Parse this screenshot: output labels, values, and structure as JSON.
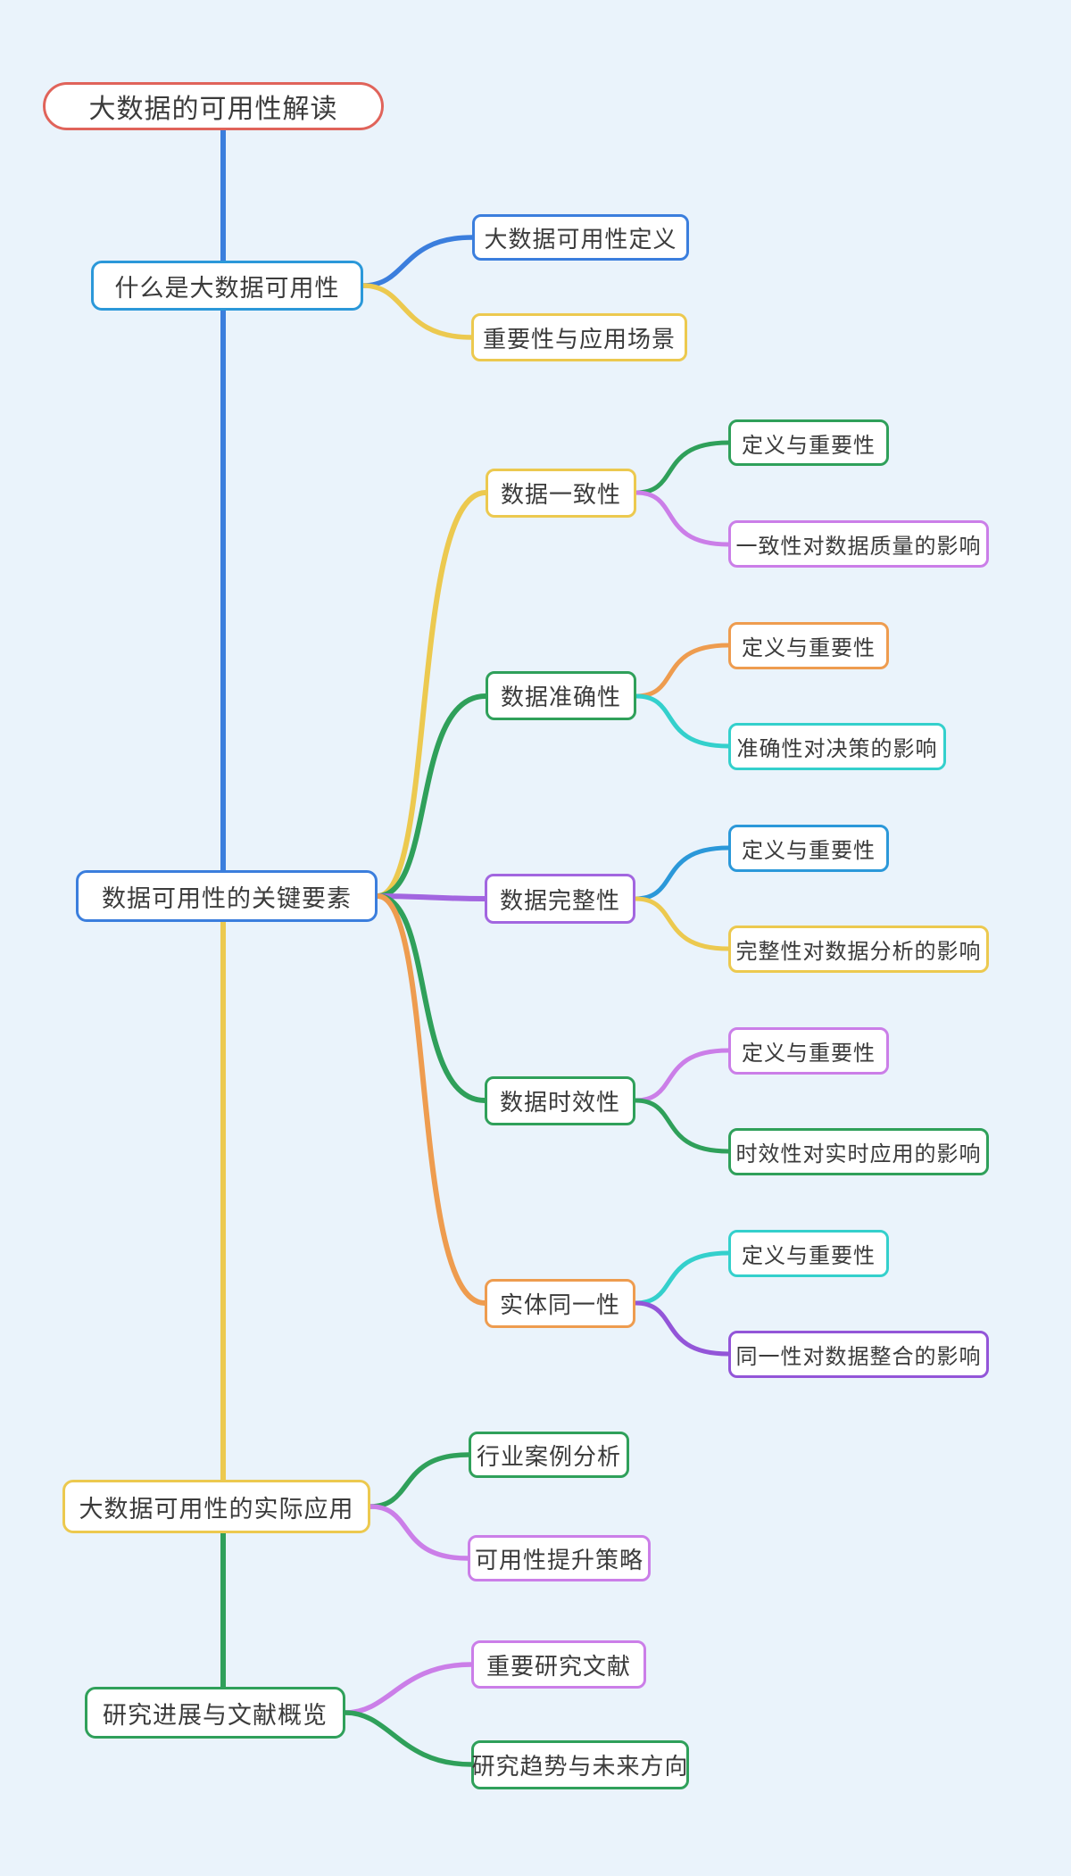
{
  "title": "大数据的可用性解读",
  "colors": {
    "background": "#eaf3fb",
    "node_fill": "#ffffff",
    "text": "#3b3b3b",
    "red": "#e0635a",
    "royal_blue": "#3b7edd",
    "sky_blue": "#2b98d9",
    "yellow": "#ecc94f",
    "green": "#2fa05a",
    "orange": "#ee9c4f",
    "cyan": "#34d0cc",
    "violet": "#cb7ee8",
    "purple": "#a266e0",
    "deep_purple": "#9355d8"
  },
  "root": {
    "label": "大数据的可用性解读",
    "color": "red"
  },
  "branches": [
    {
      "label": "什么是大数据可用性",
      "color": "sky_blue",
      "children": [
        {
          "label": "大数据可用性定义",
          "color": "royal_blue"
        },
        {
          "label": "重要性与应用场景",
          "color": "yellow"
        }
      ]
    },
    {
      "label": "数据可用性的关键要素",
      "color": "royal_blue",
      "children": [
        {
          "label": "数据一致性",
          "color": "yellow",
          "children": [
            {
              "label": "定义与重要性",
              "color": "green"
            },
            {
              "label": "一致性对数据质量的影响",
              "color": "violet"
            }
          ]
        },
        {
          "label": "数据准确性",
          "color": "green",
          "children": [
            {
              "label": "定义与重要性",
              "color": "orange"
            },
            {
              "label": "准确性对决策的影响",
              "color": "cyan"
            }
          ]
        },
        {
          "label": "数据完整性",
          "color": "purple",
          "children": [
            {
              "label": "定义与重要性",
              "color": "sky_blue"
            },
            {
              "label": "完整性对数据分析的影响",
              "color": "yellow"
            }
          ]
        },
        {
          "label": "数据时效性",
          "color": "green",
          "children": [
            {
              "label": "定义与重要性",
              "color": "violet"
            },
            {
              "label": "时效性对实时应用的影响",
              "color": "green"
            }
          ]
        },
        {
          "label": "实体同一性",
          "color": "orange",
          "children": [
            {
              "label": "定义与重要性",
              "color": "cyan"
            },
            {
              "label": "同一性对数据整合的影响",
              "color": "deep_purple"
            }
          ]
        }
      ]
    },
    {
      "label": "大数据可用性的实际应用",
      "color": "yellow",
      "children": [
        {
          "label": "行业案例分析",
          "color": "green"
        },
        {
          "label": "可用性提升策略",
          "color": "violet"
        }
      ]
    },
    {
      "label": "研究进展与文献概览",
      "color": "green",
      "children": [
        {
          "label": "重要研究文献",
          "color": "violet"
        },
        {
          "label": "研究趋势与未来方向",
          "color": "green"
        }
      ]
    }
  ]
}
